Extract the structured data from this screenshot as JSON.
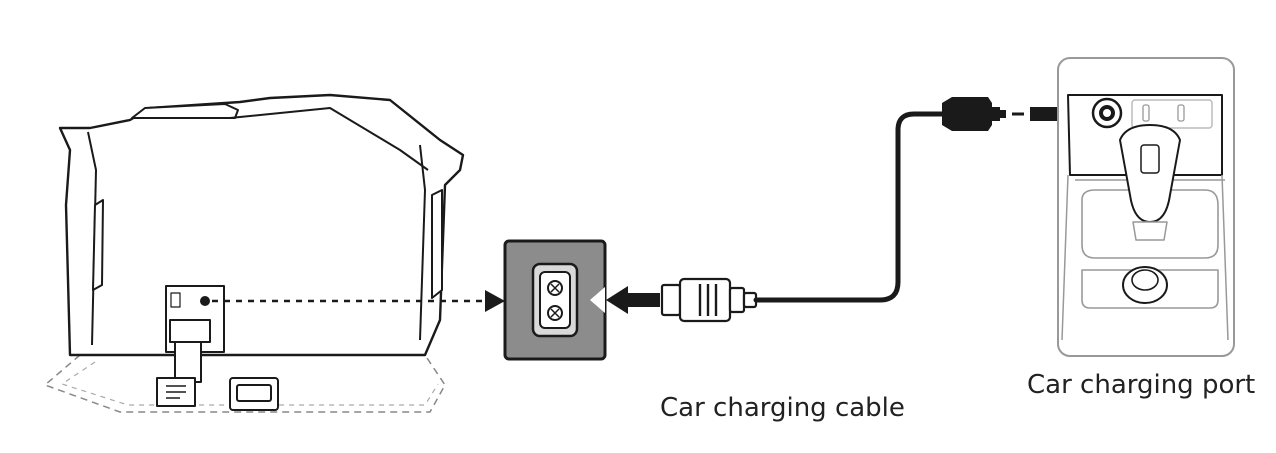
{
  "labels": {
    "cable": "Car charging cable",
    "port": "Car charging port"
  },
  "colors": {
    "stroke": "#1a1a1a",
    "panel_gray": "#8c8c8c",
    "panel_light": "#d9d9d9",
    "background": "#ffffff"
  },
  "icons": [
    "power-station-unit",
    "dc-input-port-closeup",
    "arrow-left-icon",
    "arrow-right-icon",
    "cable-connector",
    "cigarette-plug",
    "car-console",
    "gear-shifter"
  ]
}
